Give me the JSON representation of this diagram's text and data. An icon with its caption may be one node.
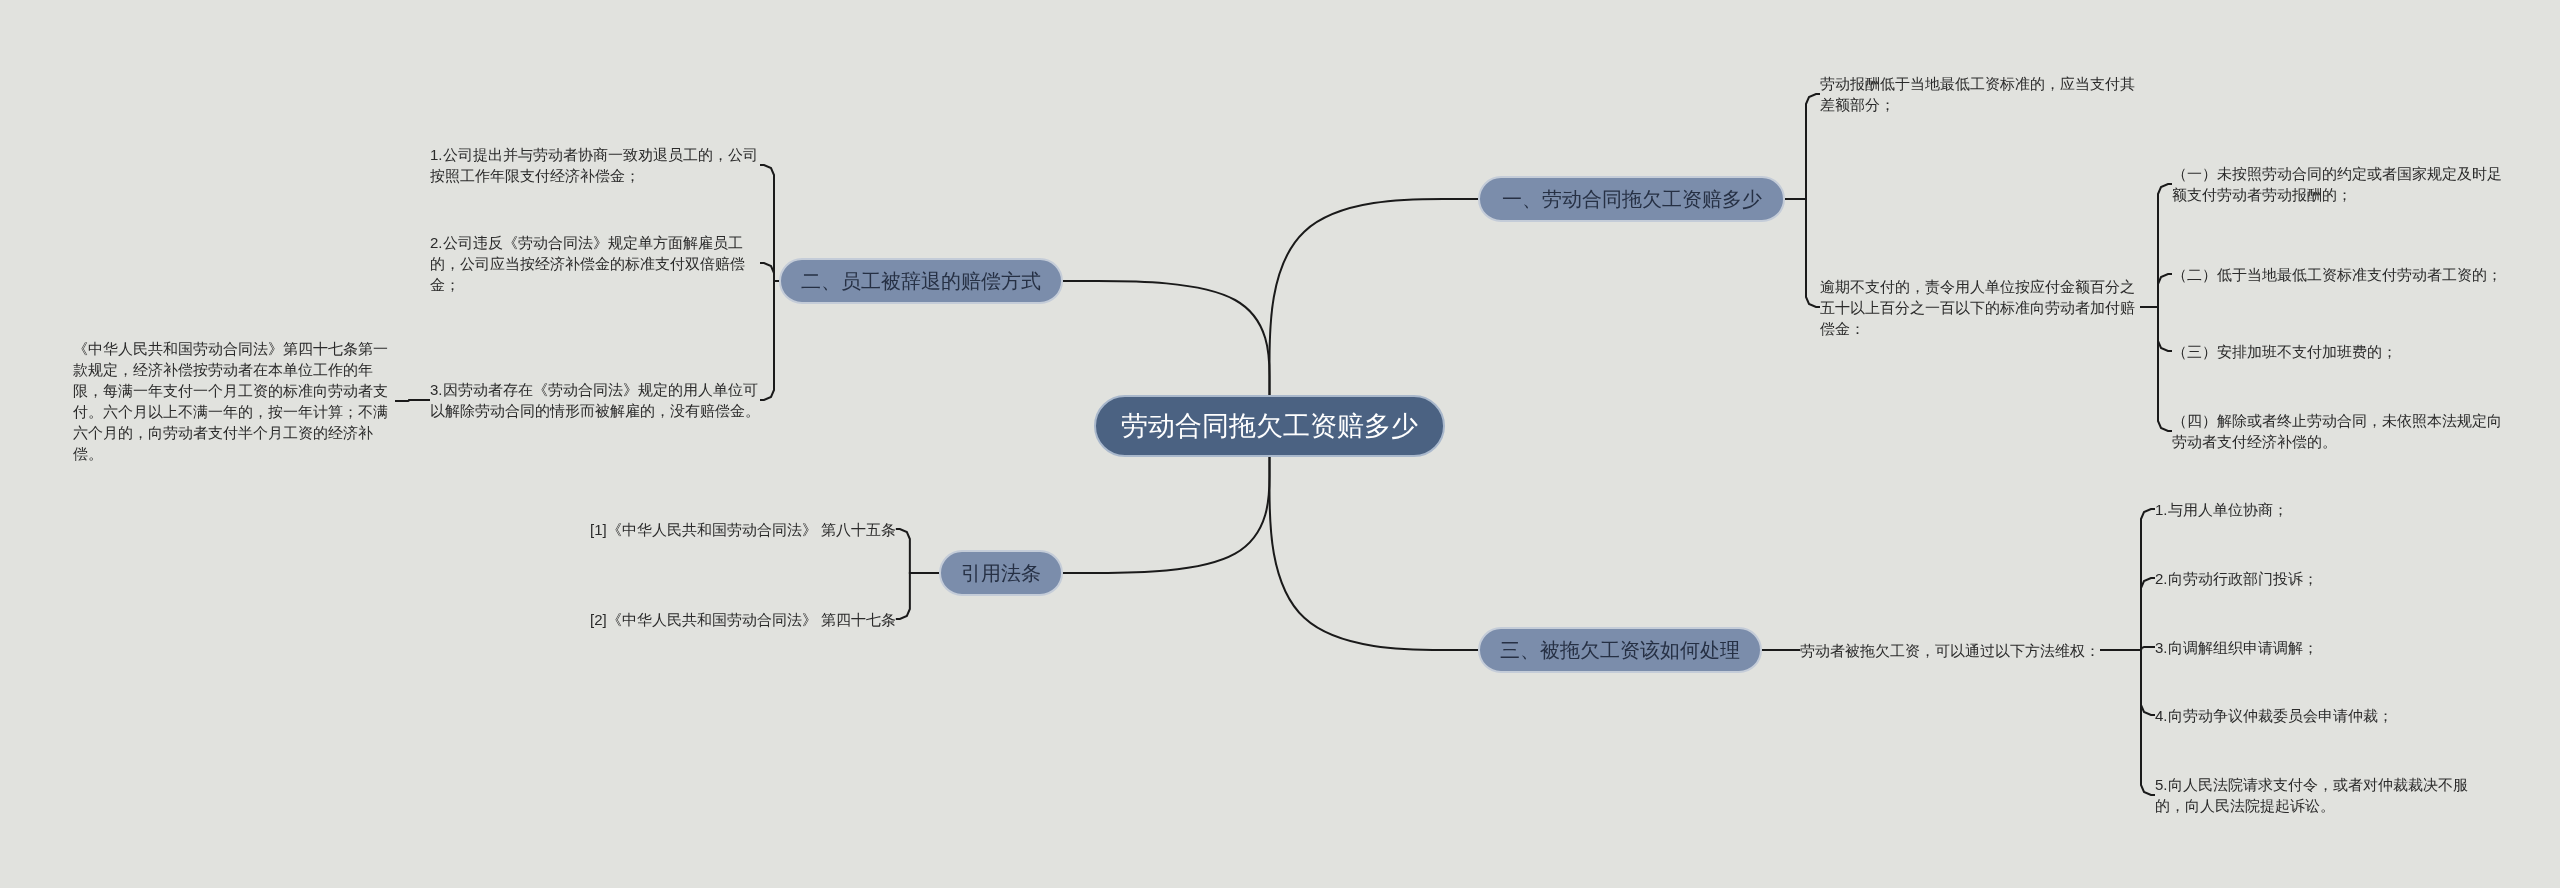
{
  "diagram": {
    "nodes": [
      {
        "text": [
          "劳动合同拖欠工资赔多少"
        ]
      },
      {
        "text": [
          "二、员工被辞退的赔偿方式"
        ]
      },
      {
        "text": [
          "1.公司提出并与劳动者协商一致劝退员工的，公司按照工作年限支付经济补偿金；"
        ]
      },
      {
        "text": [
          "2.公司违反《劳动合同法》规定单方面解雇员工的，公司应当按经济补偿金的标准支付双倍赔偿金；"
        ]
      },
      {
        "text": [
          "3.因劳动者存在《劳动合同法》规定的用人单位可以解除劳动合同的情形而被解雇的，没有赔偿金。"
        ]
      },
      {
        "text": [
          "《中华人民共和国劳动合同法》第四十七条第一款规定，经济补偿按劳动者在本单位工作的年限，每满一年支付一个月工资的标准向劳动者支付。六个月以上不满一年的，按一年计算；不满六个月的，向劳动者支付半个月工资的经济补偿。"
        ]
      },
      {
        "text": [
          "引用法条"
        ]
      },
      {
        "text": [
          "[1]《中华人民共和国劳动合同法》 第八十五条"
        ]
      },
      {
        "text": [
          "[2]《中华人民共和国劳动合同法》 第四十七条"
        ]
      },
      {
        "text": [
          "一、劳动合同拖欠工资赔多少"
        ]
      },
      {
        "text": [
          "劳动报酬低于当地最低工资标准的，应当支付其差额部分；"
        ]
      },
      {
        "text": [
          "逾期不支付的，责令用人单位按应付金额百分之五十以上百分之一百以下的标准向劳动者加付赔偿金："
        ]
      },
      {
        "text": [
          "（一）未按照劳动合同的约定或者国家规定及时足额支付劳动者劳动报酬的；"
        ]
      },
      {
        "text": [
          "（二）低于当地最低工资标准支付劳动者工资的；"
        ]
      },
      {
        "text": [
          "（三）安排加班不支付加班费的；"
        ]
      },
      {
        "text": [
          "（四）解除或者终止劳动合同，未依照本法规定向劳动者支付经济补偿的。"
        ]
      },
      {
        "text": [
          "三、被拖欠工资该如何处理"
        ]
      },
      {
        "text": [
          "劳动者被拖欠工资，可以通过以下方法维权："
        ]
      },
      {
        "text": [
          "1.与用人单位协商；"
        ]
      },
      {
        "text": [
          "2.向劳动行政部门投诉；"
        ]
      },
      {
        "text": [
          "3.向调解组织申请调解；"
        ]
      },
      {
        "text": [
          "4.向劳动争议仲裁委员会申请仲裁；"
        ]
      },
      {
        "text": [
          "5.向人民法院请求支付令，或者对仲裁裁决不服的，向人民法院提起诉讼。"
        ]
      }
    ],
    "edges": [
      {
        "from": 0,
        "to": 1,
        "arrow": "none"
      },
      {
        "from": 1,
        "to": 2,
        "arrow": "none"
      },
      {
        "from": 1,
        "to": 3,
        "arrow": "none"
      },
      {
        "from": 1,
        "to": 4,
        "arrow": "none"
      },
      {
        "from": 4,
        "to": 5,
        "arrow": "none"
      },
      {
        "from": 0,
        "to": 6,
        "arrow": "none"
      },
      {
        "from": 6,
        "to": 7,
        "arrow": "none"
      },
      {
        "from": 6,
        "to": 8,
        "arrow": "none"
      },
      {
        "from": 0,
        "to": 9,
        "arrow": "none"
      },
      {
        "from": 9,
        "to": 10,
        "arrow": "none"
      },
      {
        "from": 9,
        "to": 11,
        "arrow": "none"
      },
      {
        "from": 11,
        "to": 12,
        "arrow": "none"
      },
      {
        "from": 11,
        "to": 13,
        "arrow": "none"
      },
      {
        "from": 11,
        "to": 14,
        "arrow": "none"
      },
      {
        "from": 11,
        "to": 15,
        "arrow": "none"
      },
      {
        "from": 0,
        "to": 16,
        "arrow": "none"
      },
      {
        "from": 16,
        "to": 17,
        "arrow": "none"
      },
      {
        "from": 17,
        "to": 18,
        "arrow": "none"
      },
      {
        "from": 17,
        "to": 19,
        "arrow": "none"
      },
      {
        "from": 17,
        "to": 20,
        "arrow": "none"
      },
      {
        "from": 17,
        "to": 21,
        "arrow": "none"
      },
      {
        "from": 17,
        "to": 22,
        "arrow": "none"
      }
    ]
  }
}
